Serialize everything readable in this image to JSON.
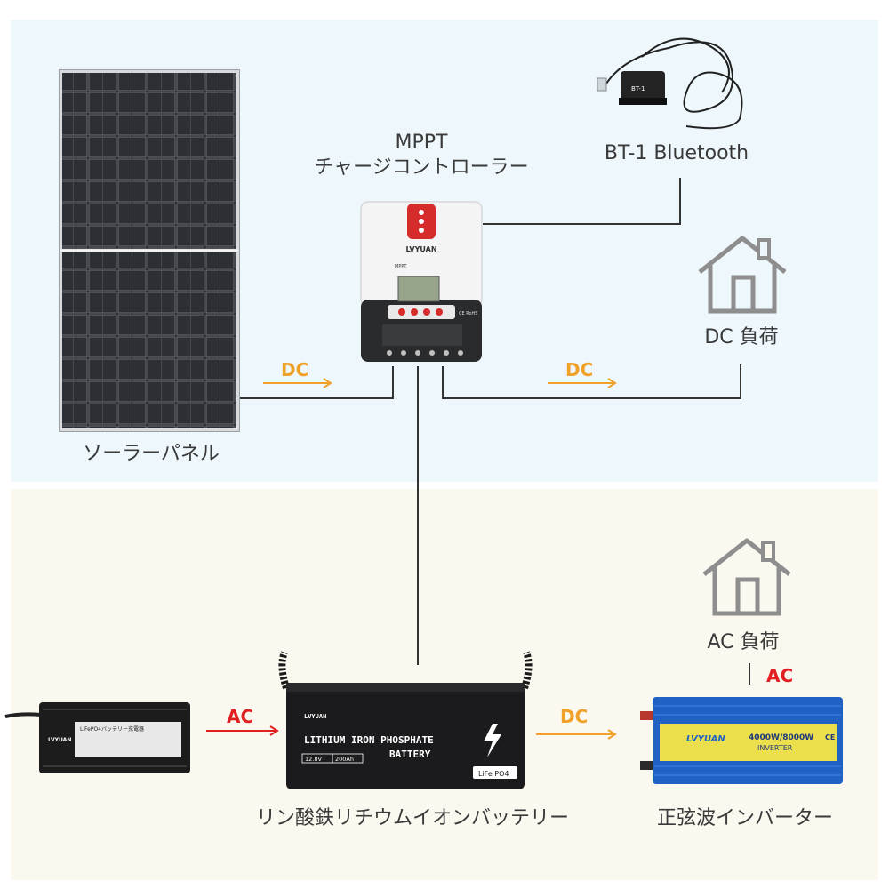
{
  "labels": {
    "controller_line1": "MPPT",
    "controller_line2": "チャージコントローラー",
    "bluetooth": "BT-1 Bluetooth",
    "dc_load": "DC 負荷",
    "solar_panel": "ソーラーパネル",
    "ac_load": "AC 負荷",
    "battery": "リン酸鉄リチウムイオンバッテリー",
    "inverter": "正弦波インバーター"
  },
  "flows": {
    "solar_to_controller": "DC",
    "controller_to_load": "DC",
    "charger_to_battery": "AC",
    "battery_to_inverter": "DC",
    "inverter_to_load": "AC"
  },
  "device_text": {
    "controller_brand": "LVYUAN",
    "controller_model": "MPPT",
    "controller_cert": "CE RoHS",
    "bt_module": "BT-1",
    "battery_brand": "LVYUAN",
    "battery_line1": "LITHIUM IRON PHOSPHATE",
    "battery_line2": "BATTERY",
    "battery_voltage": "12.8V",
    "battery_capacity": "200Ah",
    "battery_chem": "LiFe PO4",
    "charger_brand": "LVYUAN",
    "charger_label": "LiFePO4バッテリー充電器",
    "inverter_brand": "LVYUAN",
    "inverter_power": "4000W/8000W",
    "inverter_type": "INVERTER",
    "inverter_cert": "CE"
  },
  "colors": {
    "dc_arrow": "#f0a12a",
    "ac_arrow": "#e02020",
    "top_zone": "#eef7fb",
    "bottom_zone": "#fbf8f0"
  }
}
